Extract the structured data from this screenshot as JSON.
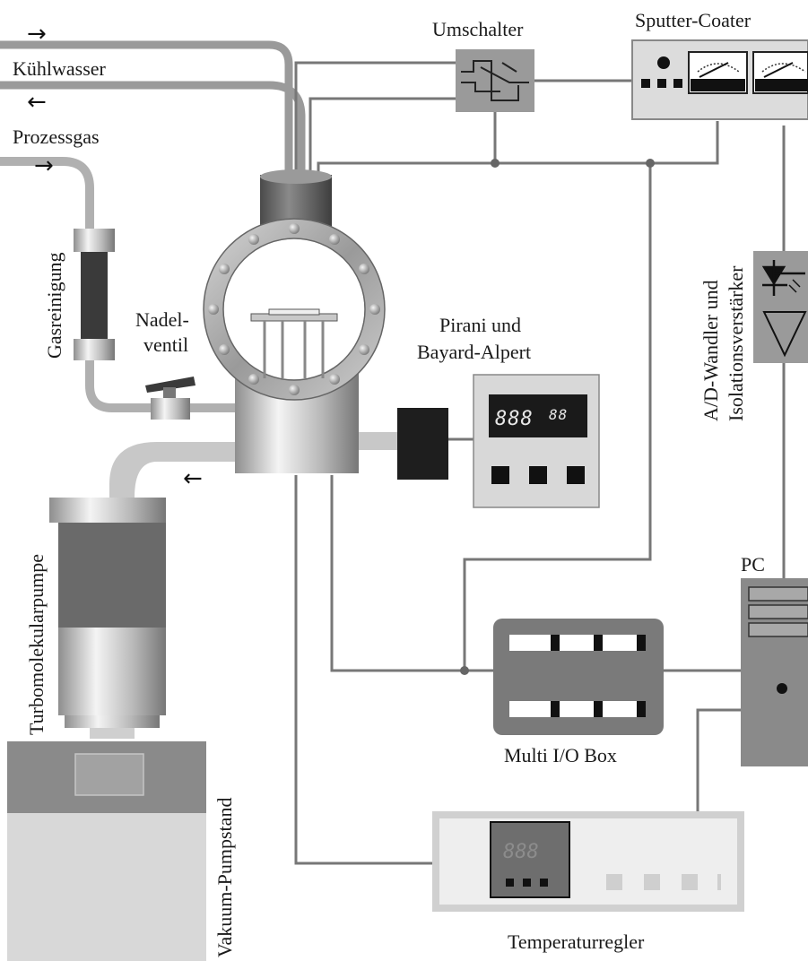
{
  "labels": {
    "kuehlwasser": "Kühlwasser",
    "prozessgas": "Prozessgas",
    "umschalter": "Umschalter",
    "sputter_coater": "Sputter-Coater",
    "gasreinigung": "Gasreinigung",
    "nadelventil_line1": "Nadel-",
    "nadelventil_line2": "ventil",
    "pirani_line1": "Pirani und",
    "pirani_line2": "Bayard-Alpert",
    "ad_wandler_line1": "A/D-Wandler und",
    "ad_wandler_line2": "Isolationsverstärker",
    "turbomolekularpumpe": "Turbomolekularpumpe",
    "vakuum_pumpstand": "Vakuum-Pumpstand",
    "pc": "PC",
    "multi_io_box": "Multi I/O Box",
    "temperaturregler": "Temperaturregler"
  },
  "displays": {
    "pirani_main": "888",
    "pirani_exp": "88",
    "temp_display": "888"
  },
  "arrows": {
    "right": "→",
    "left": "←"
  }
}
